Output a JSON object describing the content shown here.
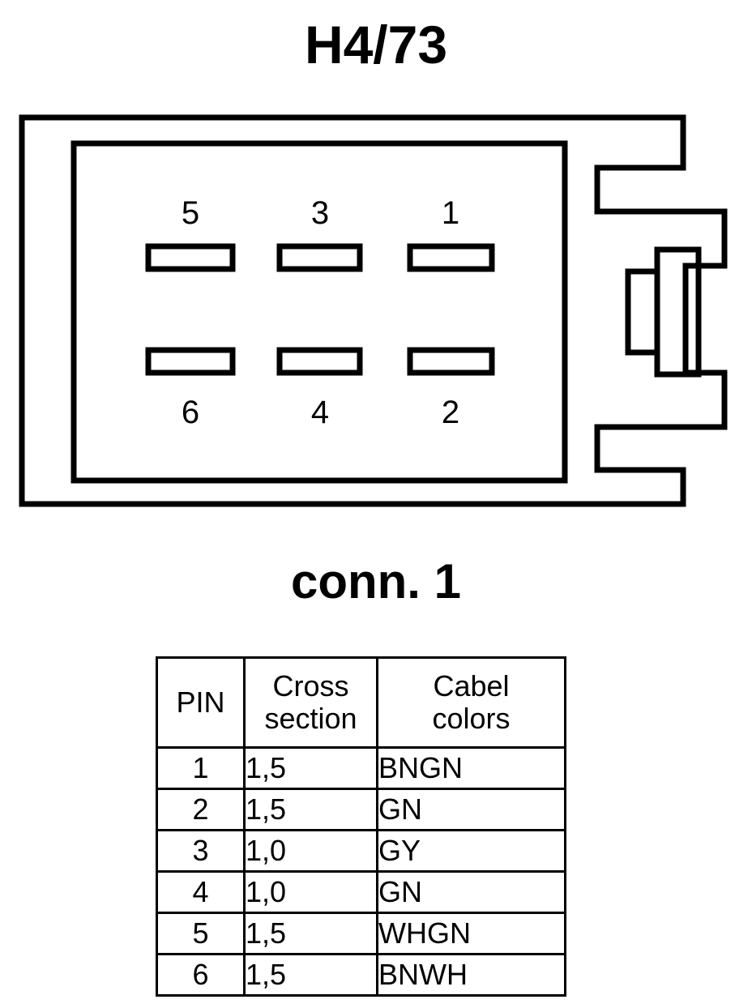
{
  "title": "H4/73",
  "subtitle": "conn. 1",
  "colors": {
    "stroke": "#000000",
    "background": "#ffffff"
  },
  "connector": {
    "name": "connector-housing-6-way",
    "pins_top": [
      "5",
      "3",
      "1"
    ],
    "pins_bottom": [
      "6",
      "4",
      "2"
    ],
    "slot_count": 6
  },
  "table": {
    "headers": {
      "pin": "PIN",
      "cross_line1": "Cross",
      "cross_line2": "section",
      "color_line1": "Cabel",
      "color_line2": "colors"
    },
    "rows": [
      {
        "pin": "1",
        "cross_section": "1,5",
        "cable_color": "BNGN"
      },
      {
        "pin": "2",
        "cross_section": "1,5",
        "cable_color": "GN"
      },
      {
        "pin": "3",
        "cross_section": "1,0",
        "cable_color": "GY"
      },
      {
        "pin": "4",
        "cross_section": "1,0",
        "cable_color": "GN"
      },
      {
        "pin": "5",
        "cross_section": "1,5",
        "cable_color": "WHGN"
      },
      {
        "pin": "6",
        "cross_section": "1,5",
        "cable_color": "BNWH"
      }
    ]
  }
}
